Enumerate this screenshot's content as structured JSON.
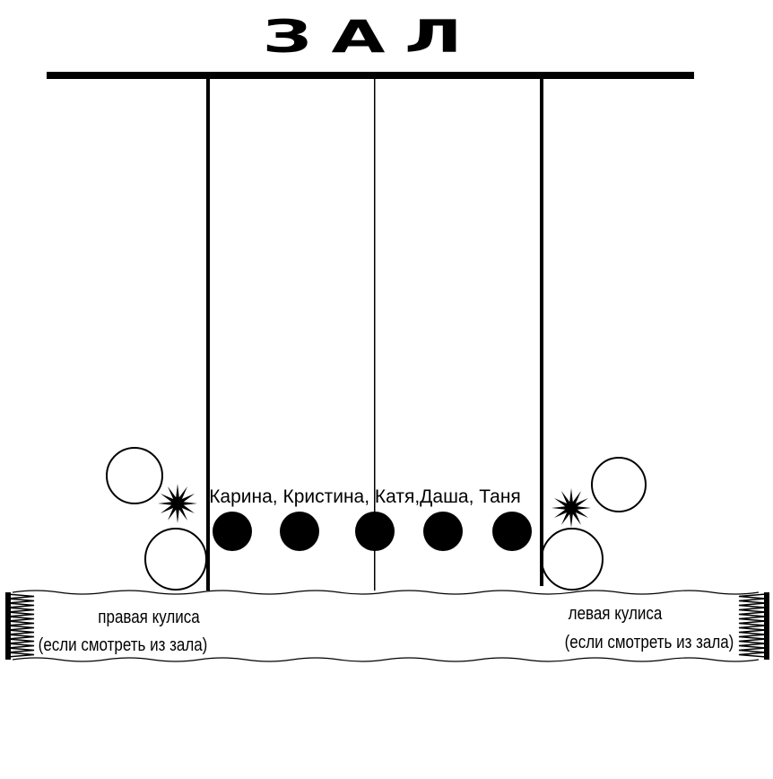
{
  "title": "ЗАЛ",
  "performers_label": "Карина, Кристина, Катя,Даша, Таня",
  "right_wing": {
    "label": "правая кулиса",
    "note": "(если смотреть из зала)"
  },
  "left_wing": {
    "label": "левая кулиса",
    "note": "(если смотреть из зала)"
  },
  "colors": {
    "ink": "#000000",
    "background": "#ffffff"
  }
}
